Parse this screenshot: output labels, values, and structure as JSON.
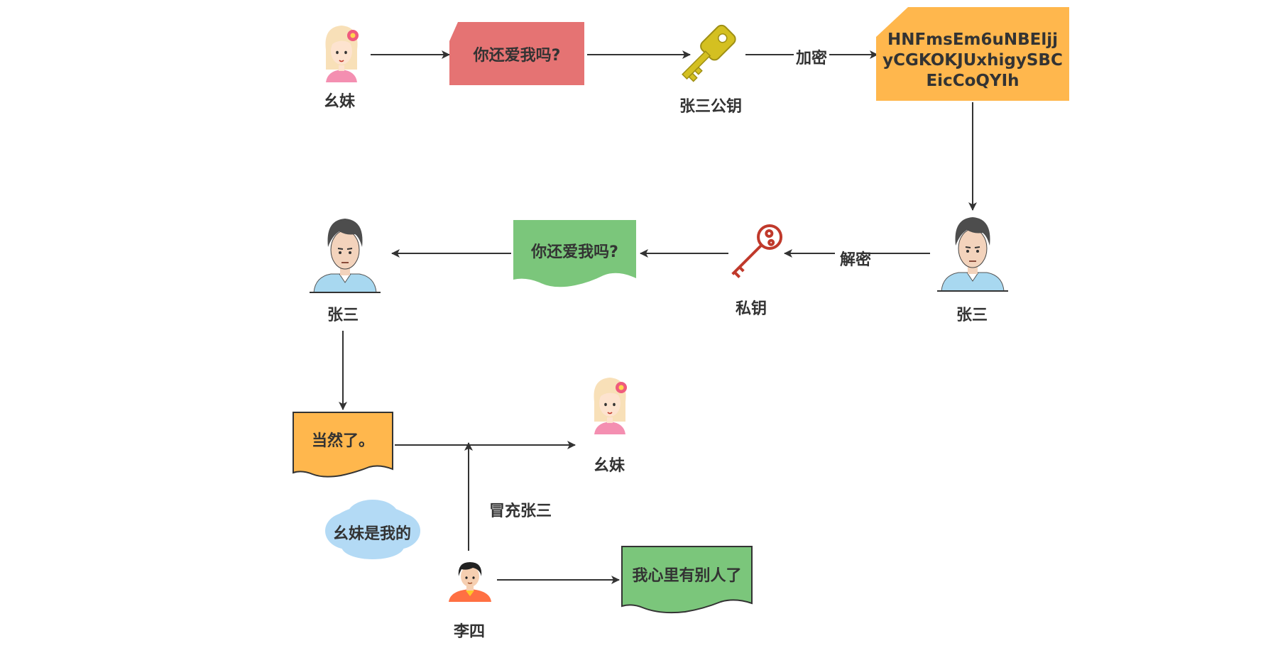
{
  "nodes": {
    "girl_top": "幺妹",
    "message_top": "你还爱我吗?",
    "public_key": "张三公钥",
    "encrypt_label": "加密",
    "ciphertext": [
      "HNFmsEm6uNBEljj",
      "yCGKOKJUxhigySBC",
      "EicCoQYIh"
    ],
    "zhangsan_right": "张三",
    "decrypt_label": "解密",
    "private_key": "私钥",
    "message_mid": "你还爱我吗?",
    "zhangsan_left": "张三",
    "reply": "当然了。",
    "girl_bottom": "幺妹",
    "impersonate_label": "冒充张三",
    "thought_cloud": "幺妹是我的",
    "lisi": "李四",
    "fake_reply": "我心里有别人了"
  },
  "colors": {
    "message_top_fill": "#e57373",
    "ciphertext_fill": "#ffb74d",
    "message_mid_fill": "#7bc67b",
    "reply_fill": "#ffb74d",
    "fake_reply_fill": "#7bc67b",
    "cloud_fill": "#b3daf5",
    "public_key_color": "#d4c021",
    "private_key_color": "#c0392b"
  }
}
